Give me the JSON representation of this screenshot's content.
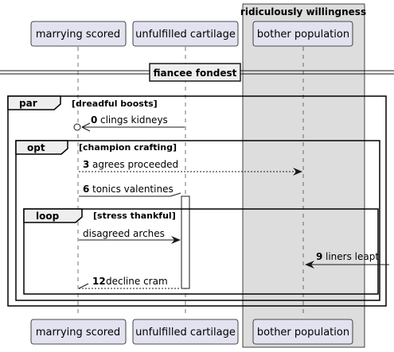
{
  "participants": [
    {
      "label": "marrying scored"
    },
    {
      "label": "unfulfilled cartilage"
    },
    {
      "label": "bother population"
    }
  ],
  "box": {
    "label": "ridiculously willingness",
    "fill": "#dddddd"
  },
  "divider": {
    "label": "fiancee fondest"
  },
  "fragments": {
    "par": {
      "keyword": "par",
      "guard": "[dreadful boosts]"
    },
    "opt": {
      "keyword": "opt",
      "guard": "[champion crafting]"
    },
    "loop": {
      "keyword": "loop",
      "guard": "[stress thankful]"
    }
  },
  "messages": [
    {
      "num": "0",
      "text": "clings kidneys"
    },
    {
      "num": "3",
      "text": "agrees proceeded"
    },
    {
      "num": "6",
      "text": "tonics valentines"
    },
    {
      "num": "",
      "text": "disagreed arches"
    },
    {
      "num": "9",
      "text": "liners leapt"
    },
    {
      "num": "12",
      "text": "decline cram"
    }
  ],
  "colors": {
    "participant_fill": "#e2e2f0",
    "participant_border": "#181818",
    "lifeline": "#181818",
    "activation_fill": "#ffffff"
  }
}
